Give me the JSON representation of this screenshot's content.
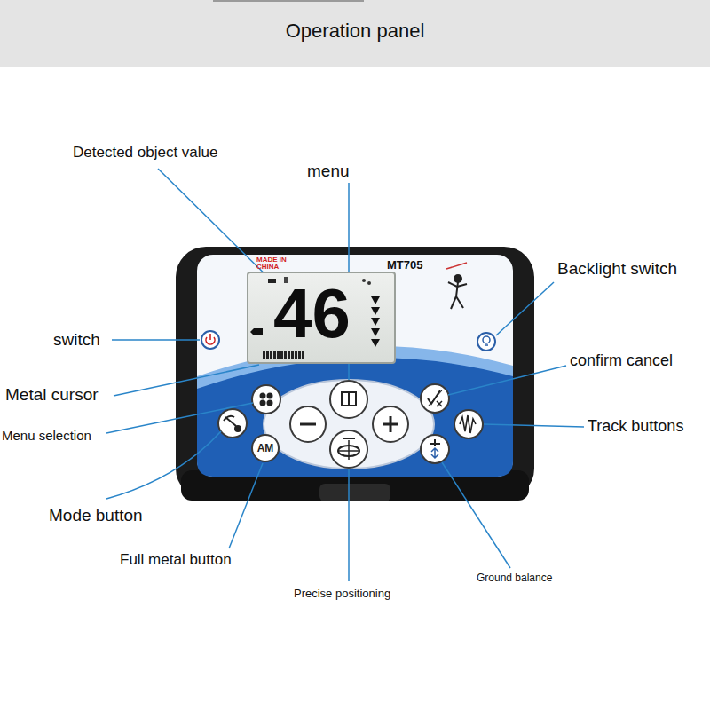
{
  "diagram": {
    "title": "Operation panel",
    "nodes": [
      {
        "text": [
          "46"
        ]
      },
      {
        "text": [
          "AM"
        ]
      }
    ],
    "labels": [
      "Detected object value",
      "menu",
      "Backlight switch",
      "switch",
      "confirm cancel",
      "Metal cursor",
      "Track buttons",
      "Menu selection",
      "Mode button",
      "Full metal button",
      "Precise positioning",
      "Ground balance",
      "MADE IN CHINA",
      "MT705"
    ]
  }
}
